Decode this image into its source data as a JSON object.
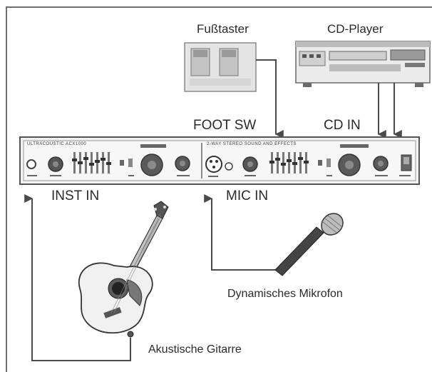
{
  "labels": {
    "footswitch": "Fußtaster",
    "cd_player": "CD-Player",
    "foot_sw": "FOOT SW",
    "cd_in": "CD IN",
    "inst_in": "INST IN",
    "mic_in": "MIC IN",
    "microphone": "Dynamisches Mikrofon",
    "guitar": "Akustische Gitarre"
  },
  "amp": {
    "brand_left": "ULTRACOUSTIC ACX1000",
    "brand_right": "2-WAY STEREO SOUND AND EFFECTS"
  },
  "colors": {
    "line": "#4a4a4a",
    "device_fill": "#e8e8e8",
    "device_dark": "#9a9a9a",
    "knob": "#5a5a5a",
    "frame": "#707070"
  }
}
